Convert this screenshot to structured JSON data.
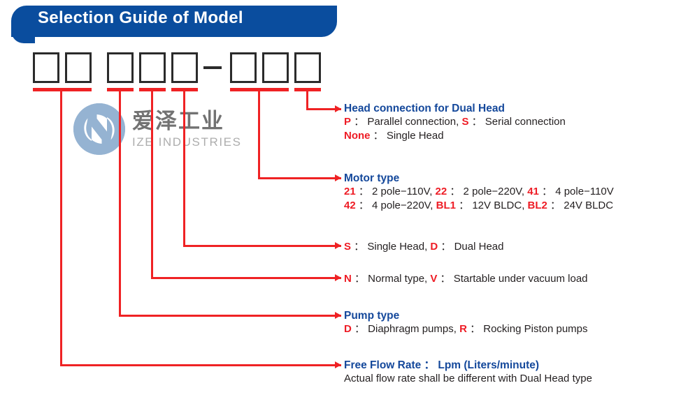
{
  "banner": {
    "title": "Selection Guide of Model",
    "bg_color": "#0a4d9e",
    "text_color": "#ffffff"
  },
  "colors": {
    "accent_red": "#ee1c25",
    "heading_blue": "#14489b",
    "box_border": "#2b2b2b",
    "body_text": "#231f20",
    "watermark_blue": "#6d97c2"
  },
  "model_code": {
    "boxes": [
      {
        "index": 1,
        "value": ""
      },
      {
        "index": 2,
        "value": ""
      },
      {
        "index": 3,
        "value": ""
      },
      {
        "index": 4,
        "value": ""
      },
      {
        "index": 5,
        "value": ""
      },
      {
        "index": 6,
        "value": ""
      },
      {
        "index": 7,
        "value": ""
      },
      {
        "index": 8,
        "value": ""
      }
    ],
    "separator": "—"
  },
  "callouts": [
    {
      "id": "head-connection",
      "heading": "Head connection for Dual Head",
      "lines": [
        [
          {
            "t": "P",
            "k": true
          },
          {
            "t": " ： Parallel connection, ",
            "k": false
          },
          {
            "t": "S",
            "k": true
          },
          {
            "t": " ： Serial connection",
            "k": false
          }
        ],
        [
          {
            "t": "None",
            "k": true
          },
          {
            "t": " ： Single Head",
            "k": false
          }
        ]
      ]
    },
    {
      "id": "motor-type",
      "heading": "Motor type",
      "lines": [
        [
          {
            "t": "21",
            "k": true
          },
          {
            "t": " ： 2 pole−110V, ",
            "k": false
          },
          {
            "t": "22",
            "k": true
          },
          {
            "t": " ： 2 pole−220V, ",
            "k": false
          },
          {
            "t": "41",
            "k": true
          },
          {
            "t": " ： 4 pole−110V",
            "k": false
          }
        ],
        [
          {
            "t": "42",
            "k": true
          },
          {
            "t": " ： 4 pole−220V, ",
            "k": false
          },
          {
            "t": "BL1",
            "k": true
          },
          {
            "t": " ： 12V BLDC,  ",
            "k": false
          },
          {
            "t": "BL2",
            "k": true
          },
          {
            "t": " ： 24V BLDC",
            "k": false
          }
        ]
      ]
    },
    {
      "id": "head-count",
      "heading": "",
      "lines": [
        [
          {
            "t": "S",
            "k": true
          },
          {
            "t": " ： Single Head, ",
            "k": false
          },
          {
            "t": "D",
            "k": true
          },
          {
            "t": " ： Dual Head",
            "k": false
          }
        ]
      ]
    },
    {
      "id": "vacuum-type",
      "heading": "",
      "lines": [
        [
          {
            "t": "N",
            "k": true
          },
          {
            "t": " ： Normal type, ",
            "k": false
          },
          {
            "t": "V",
            "k": true
          },
          {
            "t": " ： Startable under vacuum load",
            "k": false
          }
        ]
      ]
    },
    {
      "id": "pump-type",
      "heading": "Pump type",
      "lines": [
        [
          {
            "t": "D",
            "k": true
          },
          {
            "t": " ： Diaphragm pumps, ",
            "k": false
          },
          {
            "t": "R",
            "k": true
          },
          {
            "t": " ： Rocking Piston pumps",
            "k": false
          }
        ]
      ]
    },
    {
      "id": "free-flow-rate",
      "heading": "Free Flow Rate ： Lpm (Liters/minute)",
      "lines": [
        [
          {
            "t": "Actual flow rate shall be different with Dual Head type",
            "k": false
          }
        ]
      ]
    }
  ],
  "watermark": {
    "cn": "爱泽工业",
    "en": "IZE INDUSTRIES",
    "logo_icon": "ize-logo-icon"
  }
}
